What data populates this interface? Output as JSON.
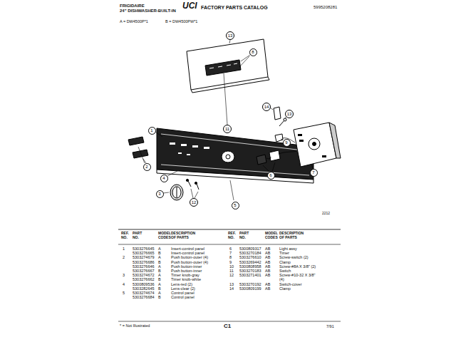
{
  "diagram": {
    "nodes": [
      {
        "text": [
          "13"
        ]
      },
      {
        "text": [
          "8"
        ]
      },
      {
        "text": [
          "14"
        ]
      },
      {
        "text": [
          "13"
        ]
      },
      {
        "text": [
          "1"
        ]
      },
      {
        "text": [
          "11"
        ]
      },
      {
        "text": [
          "9"
        ]
      },
      {
        "text": [
          "2"
        ]
      },
      {
        "text": [
          "4"
        ]
      },
      {
        "text": [
          "7"
        ]
      },
      {
        "text": [
          "6"
        ]
      },
      {
        "text": [
          "3"
        ]
      },
      {
        "text": [
          "12"
        ]
      },
      {
        "text": [
          "5"
        ]
      }
    ],
    "labels": [
      "FRIGIDAIRE",
      "24\" DISHWASHER-BUILT-IN",
      "UCI",
      "FACTORY PARTS CATALOG",
      "5995208281",
      "A = DW4500P*1",
      "B = DW4500PW*1",
      "2212",
      "REF. NO.",
      "PART NO.",
      "MODEL CODES",
      "DESCRIPTION OF PARTS",
      "REF. NO.",
      "PART NO.",
      "MODEL CODES",
      "DESCRIPTION OF PARTS",
      "1",
      "5303276645",
      "A",
      "Insert-control panel",
      "5303276665",
      "B",
      "Insert-control panel",
      "2",
      "5303274679",
      "A",
      "Push button-outer (4)",
      "5303276686",
      "B",
      "Push button-outer (4)",
      "5303276646",
      "A",
      "Push button-inner",
      "5303276667",
      "B",
      "Push button-inner",
      "3",
      "5303274672",
      "A",
      "Timer knob-gray",
      "5303276662",
      "B",
      "Timer knob-white",
      "4",
      "5300809536",
      "A",
      "Lens-red (2)",
      "5303282645",
      "B",
      "Lens-clear (2)",
      "5",
      "5303274674",
      "A",
      "Control panel",
      "5303276684",
      "B",
      "Control panel",
      "6",
      "5300809317",
      "AB",
      "Light assy",
      "7",
      "5303270184",
      "AB",
      "Timer",
      "8",
      "5303276610",
      "AB",
      "Screw-switch (2)",
      "9",
      "5303269442",
      "AB",
      "Clamp",
      "10",
      "5300808958",
      "AB",
      "Screw-#8A X 3/8\" (2)",
      "11",
      "5303270183",
      "AB",
      "Switch",
      "12",
      "5303271401",
      "AB",
      "Screw-#10-32 X 3/8\" (4)",
      "13",
      "5303270192",
      "AB",
      "Switch-cover",
      "14",
      "5300809199",
      "AB",
      "Clamp",
      "* = Not Illustrated",
      "C1",
      "7/91"
    ]
  }
}
